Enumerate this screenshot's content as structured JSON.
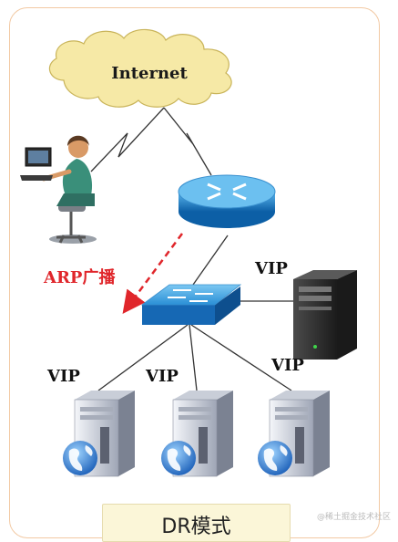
{
  "diagram": {
    "internet_label": "Internet",
    "arp_label": "ARP广播",
    "vip_switch_label": "VIP",
    "vip_server_labels": [
      "VIP",
      "VIP",
      "VIP"
    ],
    "caption": "DR模式"
  },
  "watermark": "@稀土掘金技术社区",
  "colors": {
    "cloud_fill": "#f6e9a6",
    "router_blue": "#1a7fc8",
    "arp_red": "#e0262b",
    "frame_border": "#f2c9a3"
  },
  "icons": [
    "cloud-icon",
    "router-icon",
    "switch-icon",
    "client-user-icon",
    "director-server-icon",
    "real-server-icon"
  ]
}
